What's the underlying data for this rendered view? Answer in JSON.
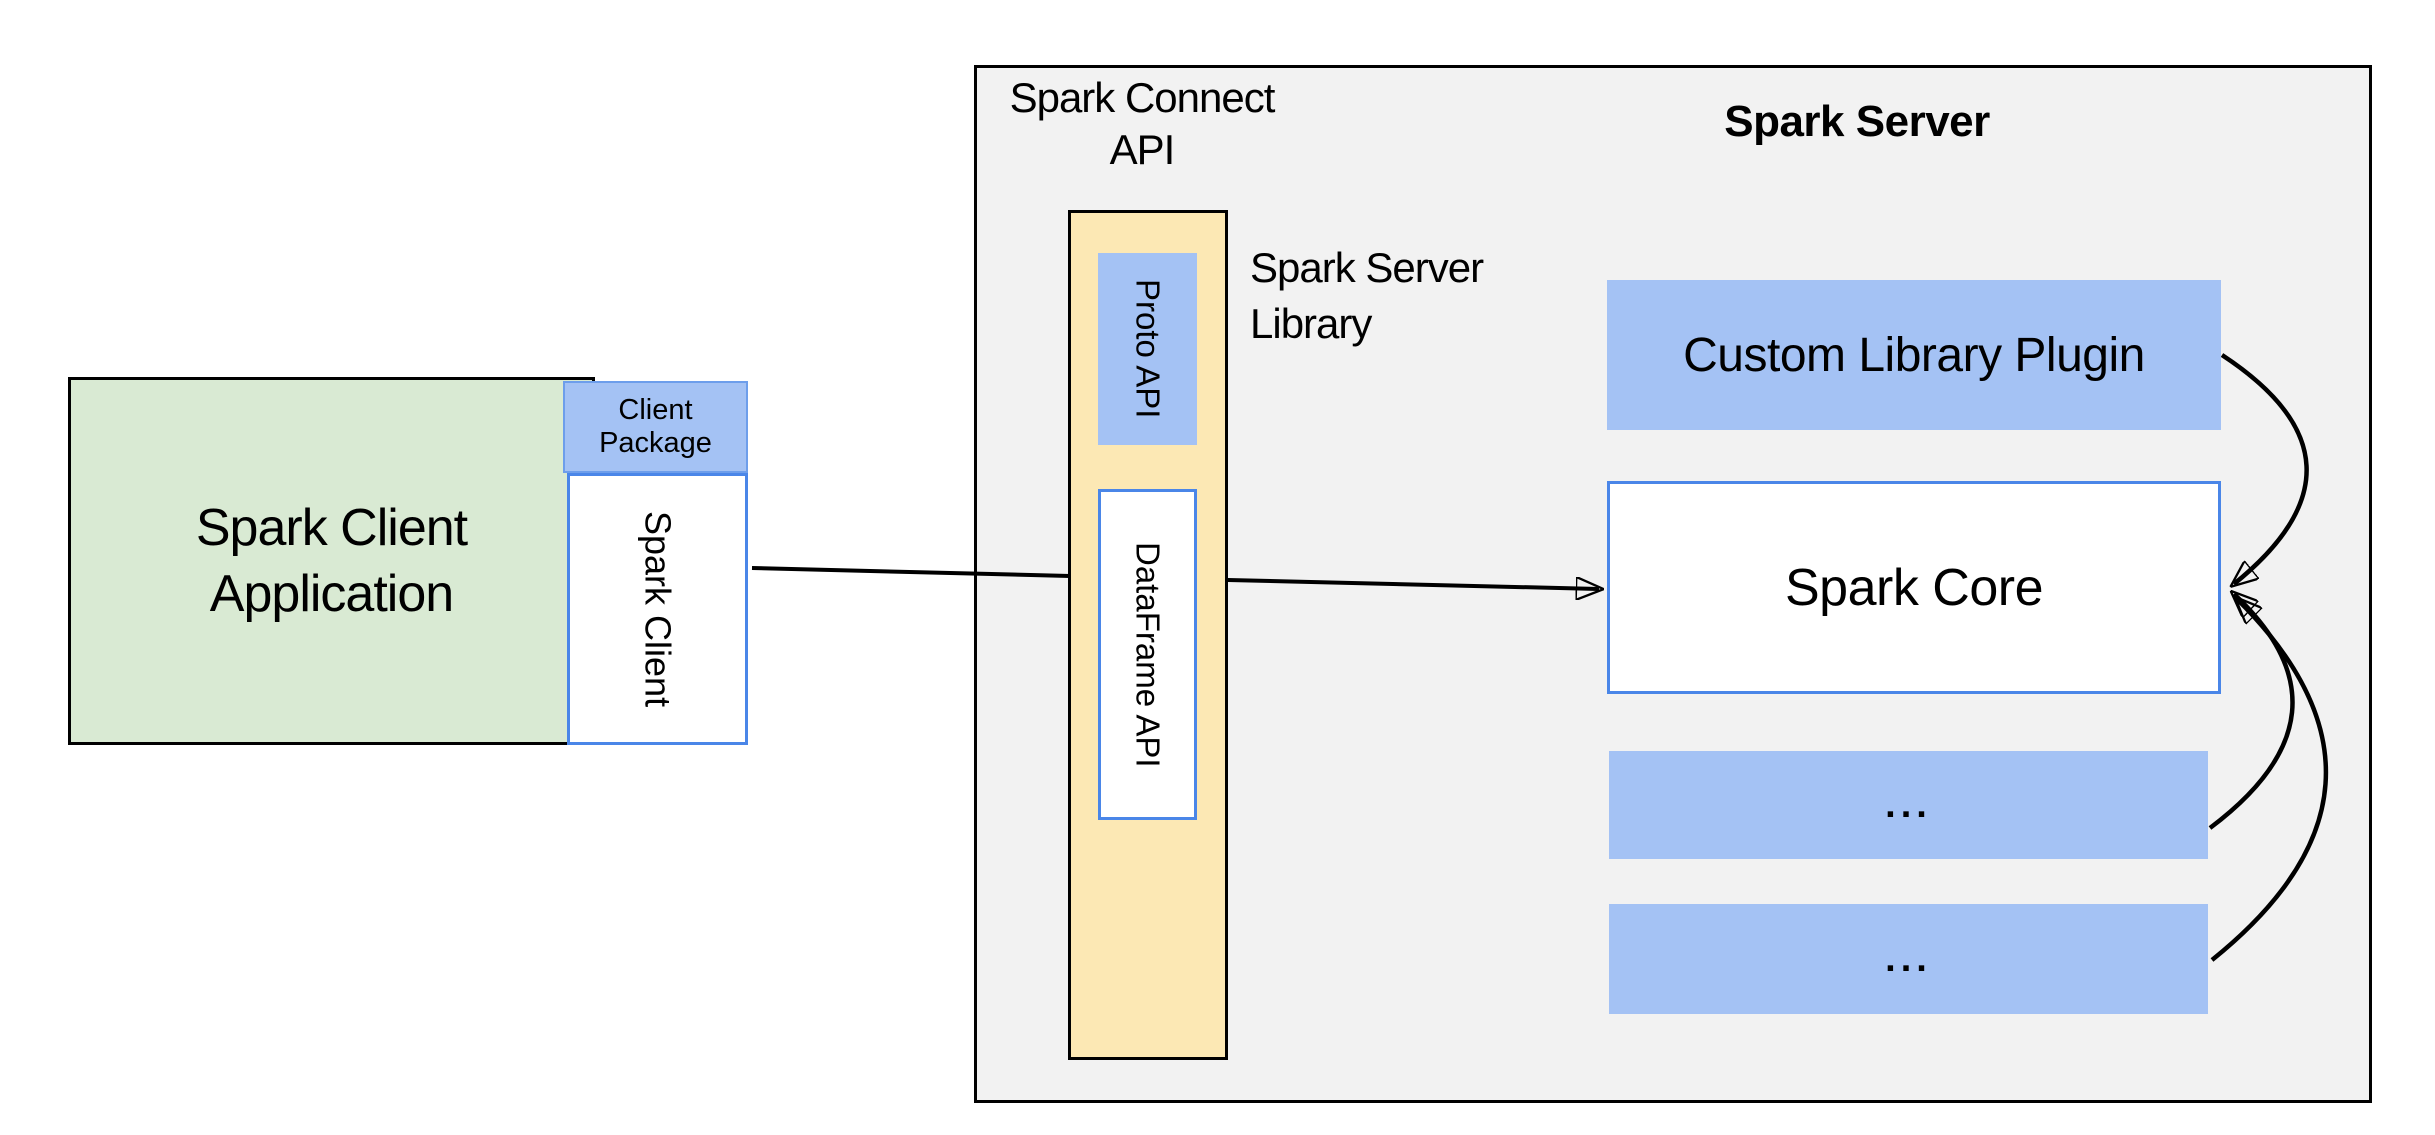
{
  "client_area": {
    "app_title": "Spark Client Application",
    "package_label": "Client Package",
    "client_label": "Spark Client"
  },
  "connect_api": {
    "title": "Spark Connect API",
    "proto_label": "Proto API",
    "dataframe_label": "DataFrame API",
    "library_caption": "Spark Server Library"
  },
  "server": {
    "title": "Spark Server",
    "plugin_label": "Custom Library Plugin",
    "core_label": "Spark Core",
    "slot1_label": "...",
    "slot2_label": "..."
  },
  "colors": {
    "green": "#d9ead3",
    "blue": "#a4c2f4",
    "yellow": "#fce8b4",
    "gray": "#f2f2f2",
    "blue-border": "#4a86e8",
    "black": "#000000",
    "white": "#ffffff"
  }
}
